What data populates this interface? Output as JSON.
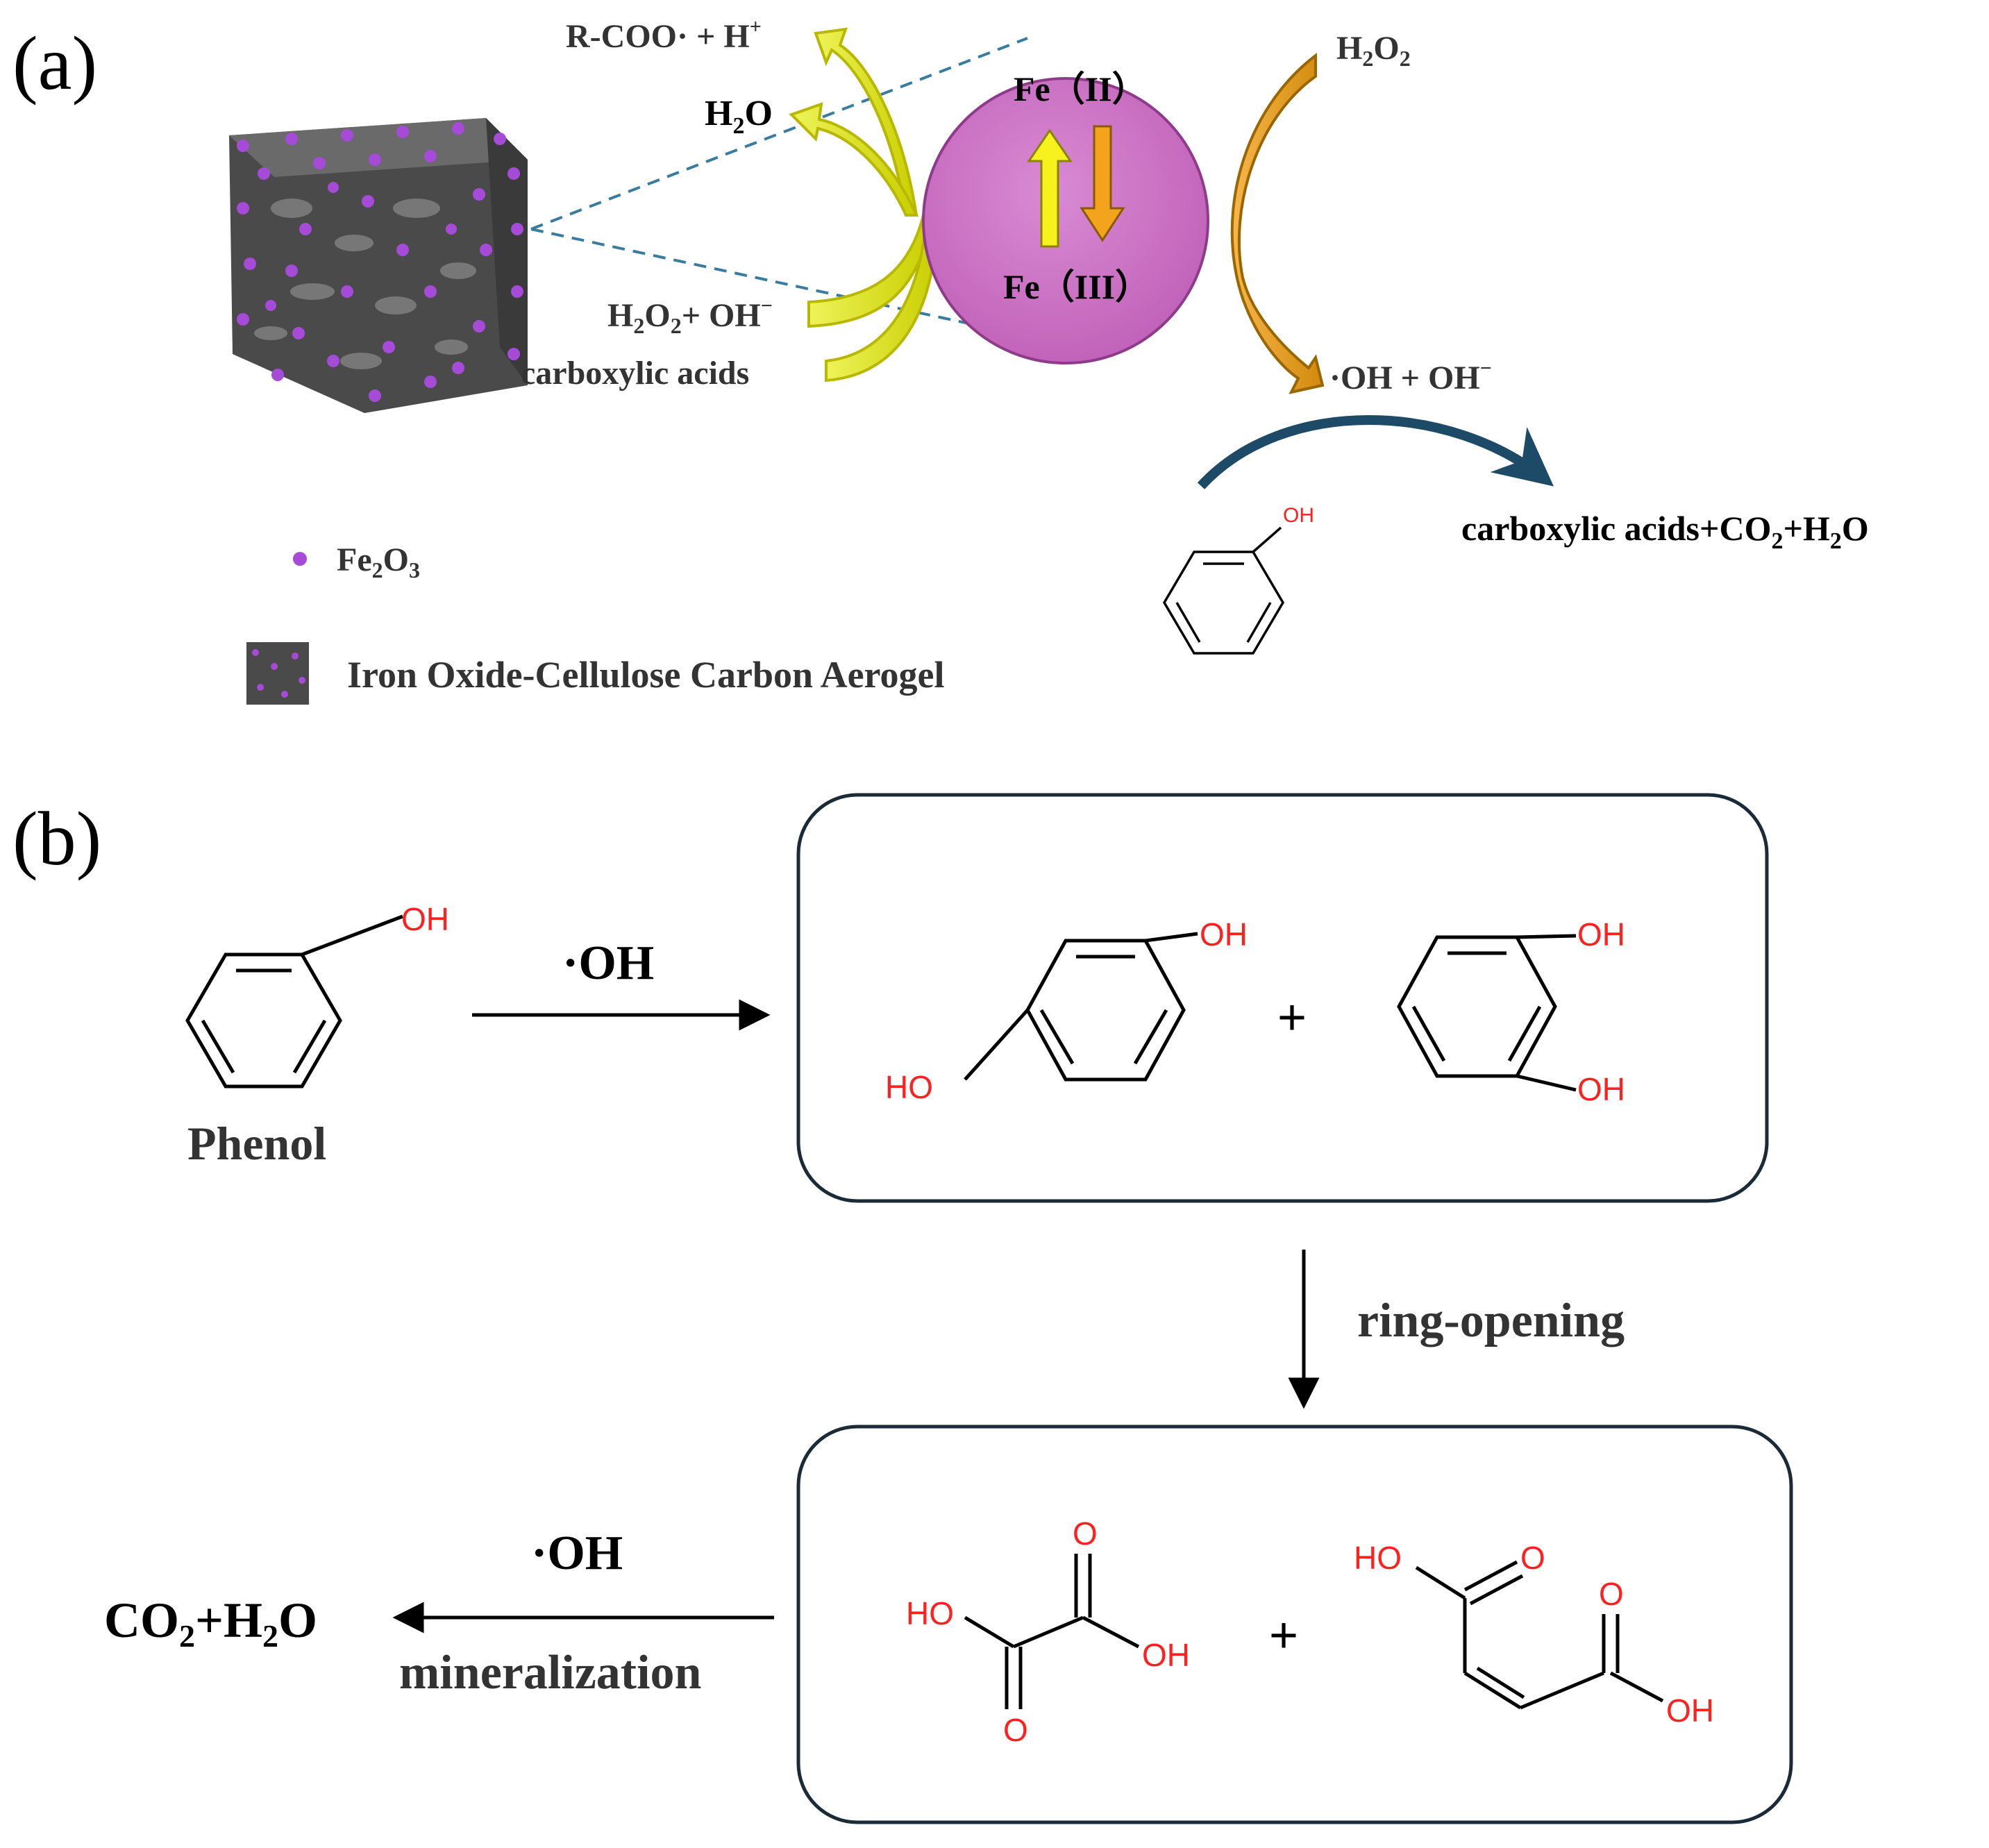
{
  "panel_a": {
    "label": "(a)",
    "aerogel": {
      "particle_color": "#a64ad8",
      "body_color": "#4a4a4a"
    },
    "left_arrows": {
      "out_top": "R-COO· + H",
      "out_top_sup": "+",
      "out_mid_main": "H",
      "out_mid_sub": "2",
      "out_mid_end": "O",
      "in_a_1": "H",
      "in_a_sub1": "2",
      "in_a_2": "O",
      "in_a_sub2": "2",
      "in_a_3": "+ OH",
      "in_a_sup": "−",
      "in_b": "carboxylic acids"
    },
    "fe_circle": {
      "top": "Fe（II）",
      "bottom": "Fe（III）",
      "fill": "#cc6fc6"
    },
    "right_arrows": {
      "h2o2_1": "H",
      "h2o2_sub1": "2",
      "h2o2_2": "O",
      "h2o2_sub2": "2",
      "radical_1": "·OH + OH",
      "radical_sup": "−"
    },
    "phenol_arrow": {
      "oh": "OH",
      "product_1": "carboxylic acids+",
      "product_2": "CO",
      "product_sub1": "2",
      "product_3": "+H",
      "product_sub2": "2",
      "product_4": "O"
    },
    "legend": {
      "fe2o3_1": "Fe",
      "fe2o3_sub1": "2",
      "fe2o3_2": "O",
      "fe2o3_sub2": "3",
      "aerogel_label": "Iron Oxide-Cellulose Carbon Aerogel"
    }
  },
  "panel_b": {
    "label": "(b)",
    "phenol_oh": "OH",
    "phenol_name": "Phenol",
    "arrow1_label": "·OH",
    "hydroquinone_oh_top": "OH",
    "hydroquinone_oh_bottom": "HO",
    "plus1": "+",
    "catechol_oh_top": "OH",
    "catechol_oh_bottom": "OH",
    "arrow2_label": "ring-opening",
    "oxalic": {
      "o_top": "O",
      "ho_left": "HO",
      "oh_right": "OH",
      "o_bottom": "O"
    },
    "plus2": "+",
    "maleic": {
      "ho_top": "HO",
      "o_top": "O",
      "o_right": "O",
      "oh_right": "OH"
    },
    "arrow3_top": "·OH",
    "arrow3_bottom": "mineralization",
    "final_1": "CO",
    "final_sub1": "2",
    "final_2": "+H",
    "final_sub2": "2",
    "final_3": "O"
  }
}
